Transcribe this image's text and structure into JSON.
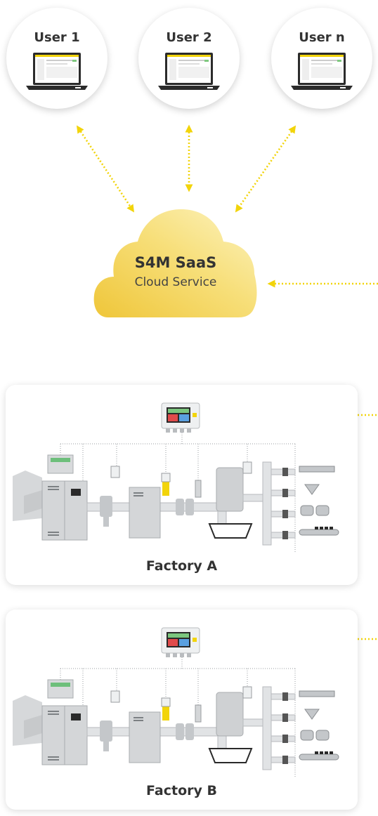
{
  "users": [
    {
      "label": "User 1"
    },
    {
      "label": "User 2"
    },
    {
      "label": "User n"
    }
  ],
  "cloud": {
    "title": "S4M SaaS",
    "subtitle": "Cloud Service"
  },
  "factories": [
    {
      "label": "Factory A"
    },
    {
      "label": "Factory B"
    }
  ],
  "colors": {
    "accent_yellow": "#f2d40a",
    "cloud_light": "#fbefa6",
    "cloud_dark": "#f0c93c",
    "equipment_gray": "#d4d6d8",
    "text": "#333333"
  }
}
